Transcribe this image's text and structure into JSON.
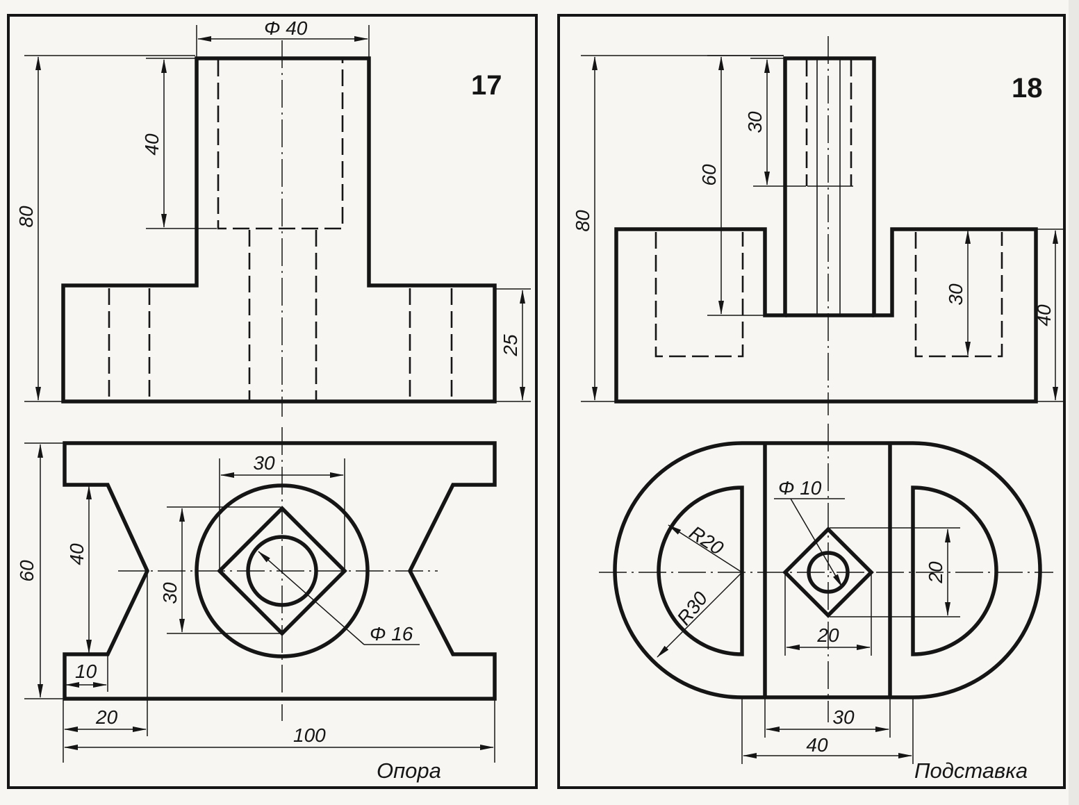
{
  "drawing_17": {
    "number": "17",
    "title": "Опора",
    "dims": {
      "phi40": "Φ 40",
      "d40": "40",
      "d80": "80",
      "d25": "25",
      "d30_top": "30",
      "d30_side": "30",
      "d60": "60",
      "d40_side": "40",
      "phi16": "Φ 16",
      "d10": "10",
      "d20": "20",
      "d100": "100"
    }
  },
  "drawing_18": {
    "number": "18",
    "title": "Подставка",
    "dims": {
      "d80": "80",
      "d60": "60",
      "d30_top": "30",
      "d30_right": "30",
      "d40_right": "40",
      "phi10": "Φ 10",
      "r20": "R20",
      "r30": "R30",
      "d20_vert": "20",
      "d20_horiz": "20",
      "d30_bottom": "30",
      "d40_bottom": "40"
    }
  },
  "colors": {
    "ink": "#151515",
    "paper": "#f7f6f2"
  }
}
